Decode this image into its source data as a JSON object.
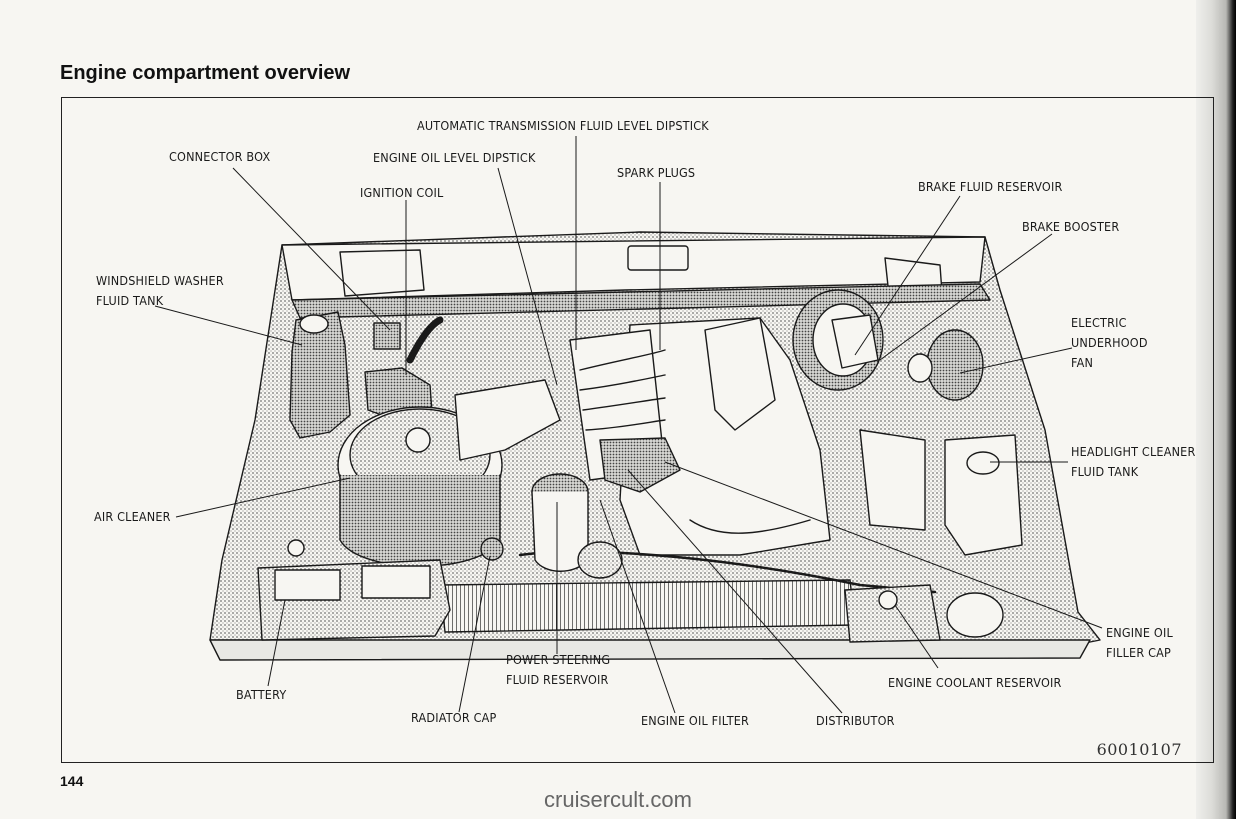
{
  "heading": "Engine compartment overview",
  "labels": {
    "atf_dipstick": "AUTOMATIC TRANSMISSION FLUID LEVEL DIPSTICK",
    "connector_box": "CONNECTOR BOX",
    "engine_oil_dipstick": "ENGINE OIL LEVEL DIPSTICK",
    "spark_plugs": "SPARK PLUGS",
    "ignition_coil": "IGNITION COIL",
    "brake_fluid_reservoir": "BRAKE FLUID RESERVOIR",
    "brake_booster": "BRAKE BOOSTER",
    "washer_tank_line1": "WINDSHIELD WASHER",
    "washer_tank_line2": "FLUID TANK",
    "fan_line1": "ELECTRIC",
    "fan_line2": "UNDERHOOD",
    "fan_line3": "FAN",
    "headlight_line1": "HEADLIGHT CLEANER",
    "headlight_line2": "FLUID TANK",
    "air_cleaner": "AIR CLEANER",
    "oil_filler_line1": "ENGINE OIL",
    "oil_filler_line2": "FILLER CAP",
    "ps_line1": "POWER STEERING",
    "ps_line2": "FLUID RESERVOIR",
    "coolant_reservoir": "ENGINE COOLANT RESERVOIR",
    "battery": "BATTERY",
    "radiator_cap": "RADIATOR CAP",
    "oil_filter": "ENGINE OIL FILTER",
    "distributor": "DISTRIBUTOR"
  },
  "figure_ref": "60010107",
  "page_number": "144",
  "watermark": "cruisercult.com",
  "colors": {
    "ink": "#1a1a1a",
    "paper": "#f7f6f2",
    "shade": "#9a9a9a"
  }
}
